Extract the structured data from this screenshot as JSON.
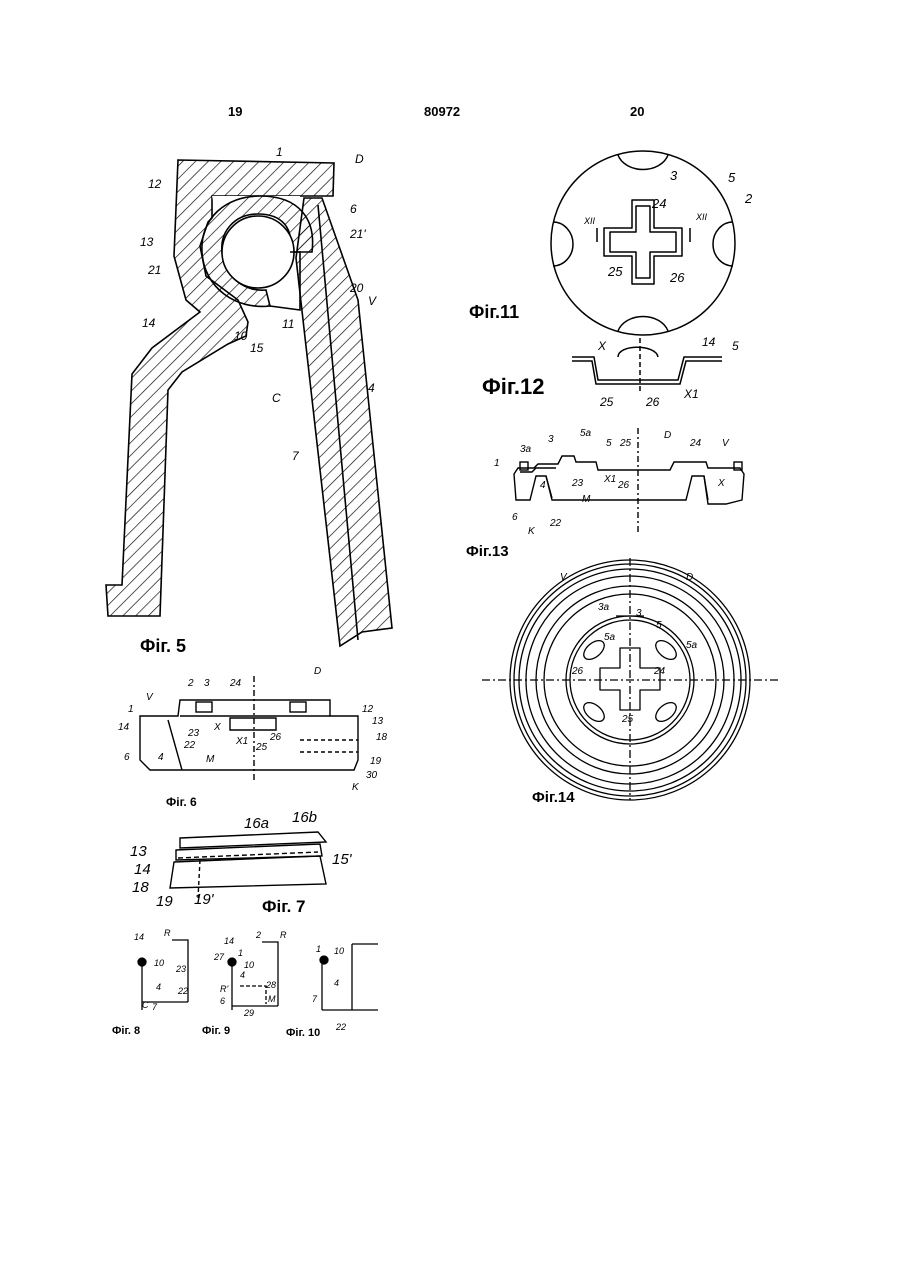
{
  "header": {
    "left_page": "19",
    "patent_number": "80972",
    "right_page": "20"
  },
  "figures": {
    "fig5": {
      "caption": "Фіг. 5",
      "labels": [
        "1",
        "D",
        "12",
        "6",
        "21'",
        "13",
        "21",
        "20",
        "V",
        "14",
        "10",
        "11",
        "15",
        "C",
        "4",
        "7"
      ]
    },
    "fig6": {
      "caption": "Фіг. 6",
      "labels": [
        "D",
        "2",
        "3",
        "24",
        "1",
        "V",
        "14",
        "23",
        "X",
        "X1",
        "26",
        "25",
        "22",
        "6",
        "4",
        "M",
        "12",
        "13",
        "18",
        "19",
        "30",
        "K"
      ]
    },
    "fig7": {
      "caption": "Фіг. 7",
      "labels": [
        "16a",
        "16b",
        "13",
        "14",
        "15'",
        "18",
        "19",
        "19'"
      ]
    },
    "fig8": {
      "caption": "Фіг. 8",
      "labels": [
        "14",
        "R",
        "10",
        "23",
        "4",
        "22",
        "C",
        "7"
      ]
    },
    "fig9": {
      "caption": "Фіг. 9",
      "labels": [
        "14",
        "2",
        "R",
        "27",
        "1",
        "10",
        "4",
        "R'",
        "28",
        "6",
        "M",
        "29"
      ]
    },
    "fig10": {
      "caption": "Фіг. 10",
      "labels": [
        "1",
        "10",
        "4",
        "7",
        "22"
      ]
    },
    "fig11": {
      "caption": "Фіг.11",
      "labels": [
        "3",
        "5",
        "2",
        "XII",
        "XII",
        "24",
        "25",
        "26"
      ]
    },
    "fig12": {
      "caption": "Фіг.12",
      "labels": [
        "X",
        "14",
        "5",
        "25",
        "26",
        "X1"
      ]
    },
    "fig13": {
      "caption": "Фіг.13",
      "labels": [
        "3a",
        "3",
        "5a",
        "5",
        "25",
        "D",
        "24",
        "V",
        "1",
        "4",
        "23",
        "X1",
        "26",
        "X",
        "6",
        "M",
        "K",
        "22"
      ]
    },
    "fig14": {
      "caption": "Фіг.14",
      "labels": [
        "V",
        "D",
        "3a",
        "3",
        "5",
        "5a",
        "5a",
        "26",
        "24",
        "25"
      ]
    }
  }
}
